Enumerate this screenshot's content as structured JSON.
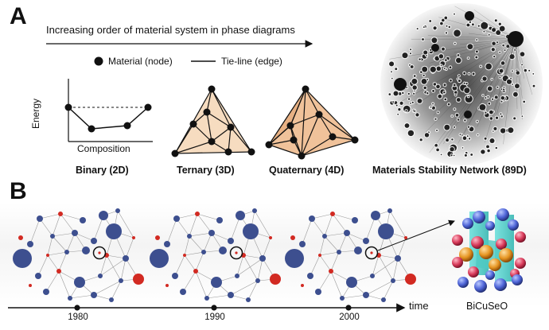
{
  "panel_a": {
    "letter": "A",
    "heading": "Increasing order of material system in phase diagrams",
    "legend_node": "Material (node)",
    "legend_edge": "Tie-line (edge)",
    "axis_y": "Energy",
    "axis_x": "Composition",
    "captions": [
      "Binary (2D)",
      "Ternary (3D)",
      "Quaternary (4D)",
      "Materials Stability Network (89D)"
    ]
  },
  "panel_b": {
    "letter": "B",
    "years": [
      "1980",
      "1990",
      "2000"
    ],
    "time_label": "time",
    "crystal_label": "BiCuSeO"
  },
  "colors": {
    "node_blue": "#3d4f8f",
    "node_red": "#d22a22",
    "tint": "#f3c9a0"
  }
}
